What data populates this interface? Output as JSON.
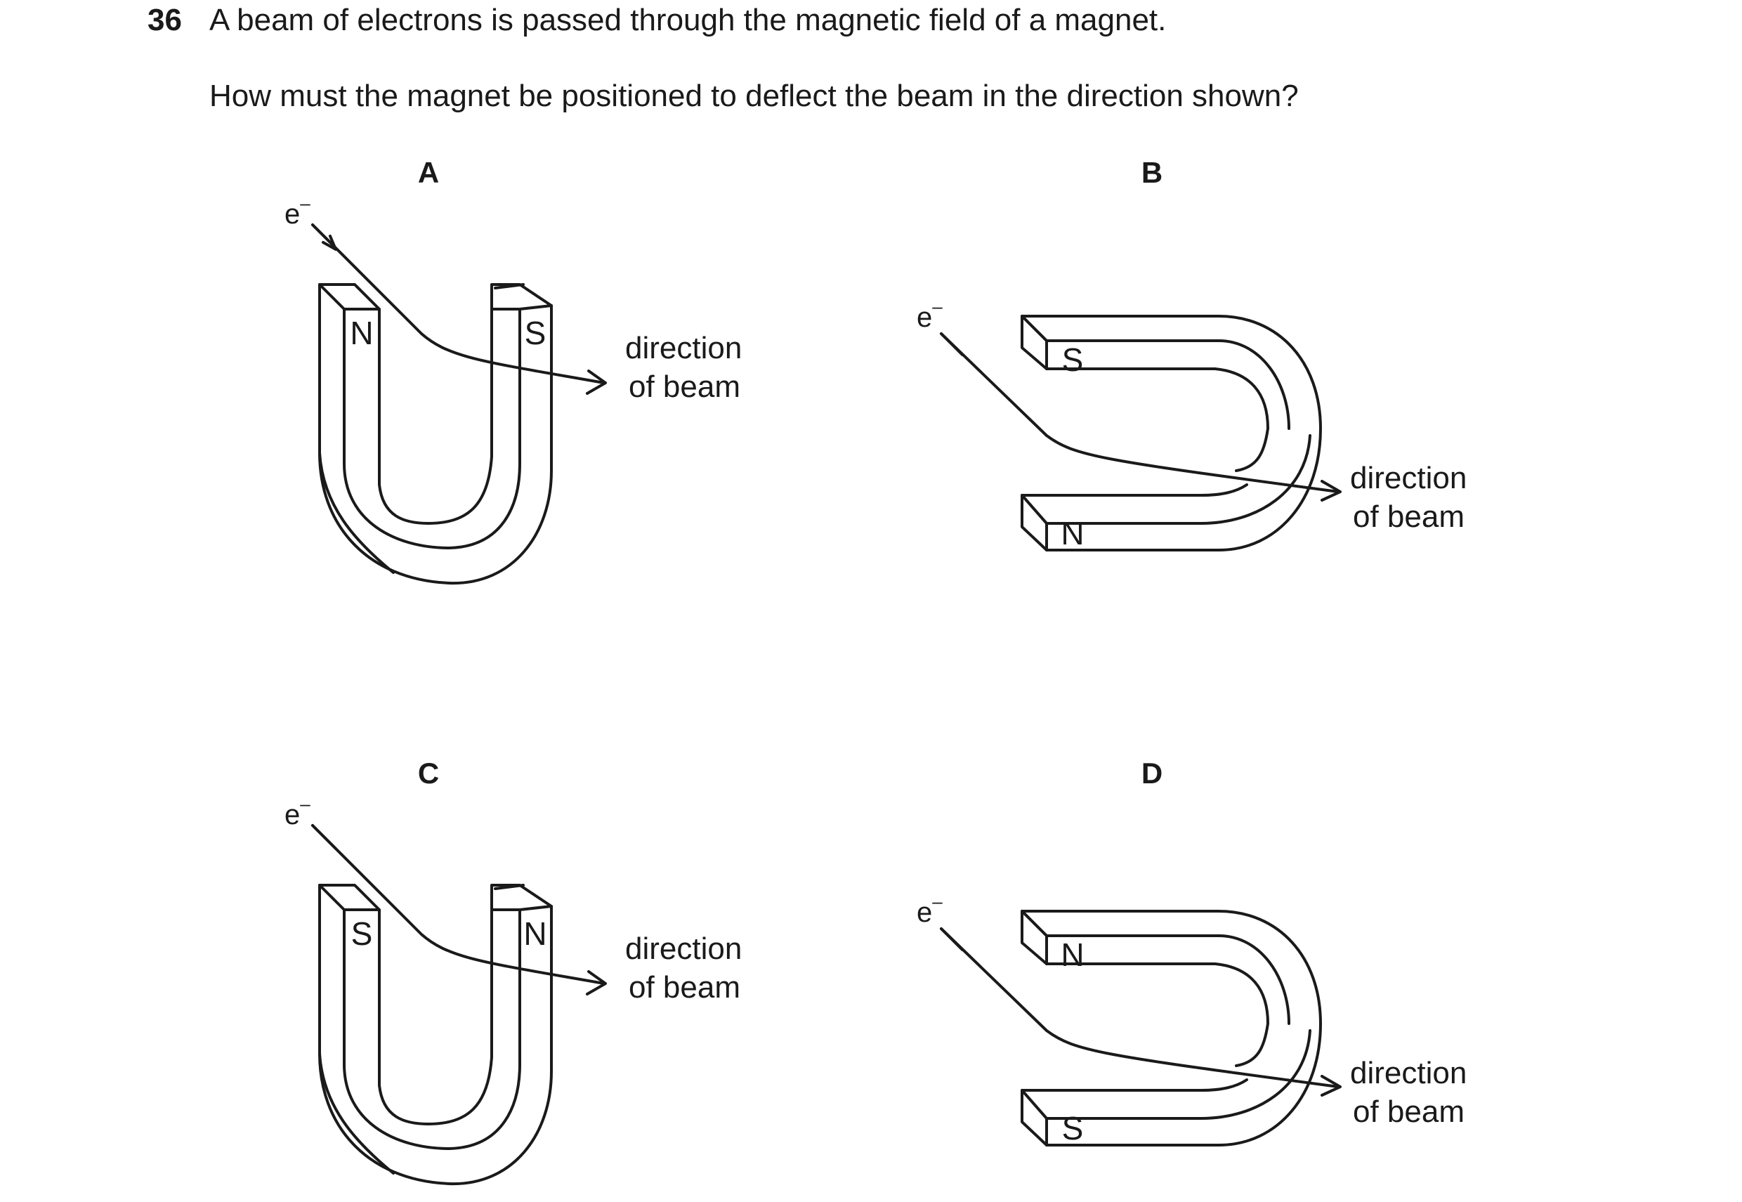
{
  "question": {
    "number": "36",
    "text": "A beam of electrons is passed through the magnetic field of a magnet.",
    "prompt": "How must the magnet be positioned to deflect the beam in the direction shown?"
  },
  "options": [
    {
      "letter": "A",
      "orientation": "vertical",
      "pole_left": "N",
      "pole_right": "S"
    },
    {
      "letter": "B",
      "orientation": "horizontal",
      "pole_top": "S",
      "pole_bottom": "N"
    },
    {
      "letter": "C",
      "orientation": "vertical",
      "pole_left": "S",
      "pole_right": "N"
    },
    {
      "letter": "D",
      "orientation": "horizontal",
      "pole_top": "N",
      "pole_bottom": "S"
    }
  ],
  "labels": {
    "electron": "e",
    "electron_sup": "–",
    "direction_line1": "direction",
    "direction_line2": "of beam"
  }
}
